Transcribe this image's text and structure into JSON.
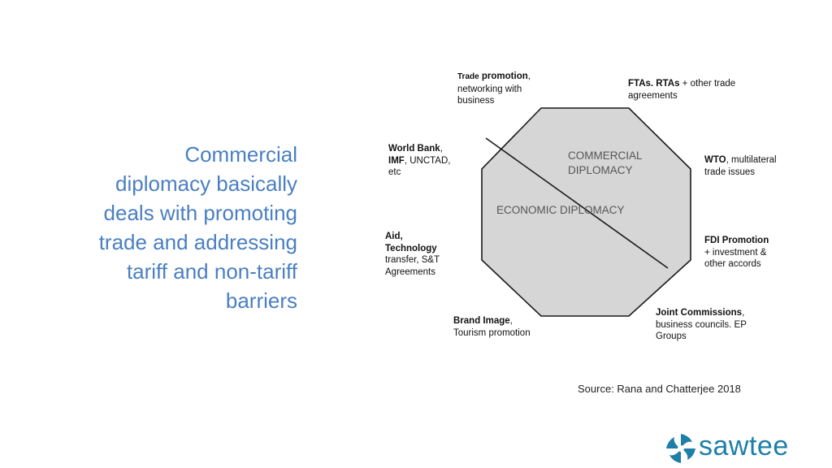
{
  "slide": {
    "headline_lines": [
      "Commercial",
      "diplomacy basically",
      "deals with promoting",
      "trade and addressing",
      "tariff and non-tariff",
      "barriers"
    ],
    "source": "Source: Rana and Chatterjee 2018",
    "logo_text": "sawtee"
  },
  "diagram": {
    "inner_top": [
      "COMMERCIAL",
      "DIPLOMACY"
    ],
    "inner_main": "ECONOMIC DIPLOMACY",
    "labels": {
      "trade_promotion": {
        "bold": "Trade",
        "bold2": "promotion",
        "rest": ",",
        "line2": "networking with",
        "line3": "business"
      },
      "ftas": {
        "bold": "FTAs. RTAs",
        "rest": " + other trade",
        "line2": "agreements"
      },
      "world_bank": {
        "bold": "World Bank",
        "rest": ",",
        "bold2": "IMF",
        "rest2": ", UNCTAD,",
        "line3": "etc"
      },
      "wto": {
        "bold": "WTO",
        "rest": ", multilateral",
        "line2": "trade issues"
      },
      "aid": {
        "bold": "Aid,",
        "bold2": "Technology",
        "line3": "transfer, S&T",
        "line4": "Agreements"
      },
      "fdi": {
        "bold": "FDI Promotion",
        "line2": "+ investment &",
        "line3": "other accords"
      },
      "brand": {
        "bold": "Brand Image",
        "rest": ",",
        "line2": "Tourism promotion"
      },
      "joint": {
        "bold": "Joint Commissions",
        "rest": ",",
        "line2": "business councils. EP",
        "line3": "Groups"
      }
    },
    "colors": {
      "fill": "#d6d6d6",
      "stroke": "#1a1a1a"
    }
  }
}
